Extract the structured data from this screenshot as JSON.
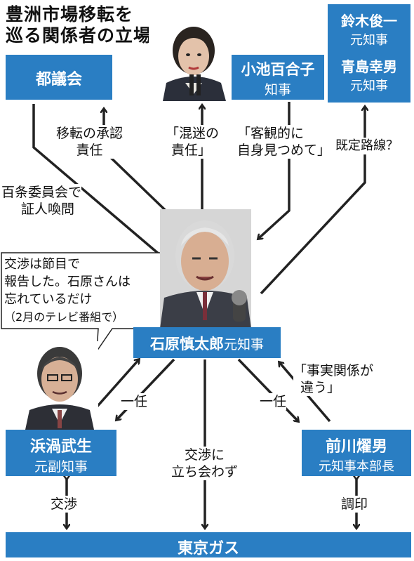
{
  "title": {
    "line1": "豊洲市場移転を",
    "line2": "巡る関係者の立場"
  },
  "boxes": {
    "togikai": {
      "name": "都議会"
    },
    "koike": {
      "name": "小池百合子",
      "role": "知事"
    },
    "suzuki": {
      "name": "鈴木俊一",
      "role": "元知事"
    },
    "aoshima": {
      "name": "青島幸男",
      "role": "元知事"
    },
    "ishihara": {
      "name": "石原慎太郎",
      "role": "元知事"
    },
    "hamauzu": {
      "name": "浜渦武生",
      "role": "元副知事"
    },
    "maekawa": {
      "name": "前川燿男",
      "role": "元知事本部長"
    },
    "tokyogas": {
      "name": "東京ガス"
    }
  },
  "labels": {
    "transfer": [
      "移転の承認",
      "責任"
    ],
    "confusion": [
      "「混迷の",
      "責任」"
    ],
    "objective": [
      "「客観的に",
      "自身見つめて」"
    ],
    "kitei": "既定路線？",
    "hyakujo": [
      "百条委員会で",
      "証人喚問"
    ],
    "hamauzu_quote": [
      "交渉は節目で",
      "報告した。石原さんは",
      "忘れているだけ",
      "（2月のテレビ番組で）"
    ],
    "jijitsu": [
      "「事実関係が",
      "違う」"
    ],
    "ichinin_left": "一任",
    "ichinin_right": "一任",
    "tachiai": [
      "交渉に",
      "立ち会わず"
    ],
    "kosho": "交渉",
    "choin": "調印"
  },
  "colors": {
    "box": "#2a7ec3",
    "arrow": "#222222"
  }
}
